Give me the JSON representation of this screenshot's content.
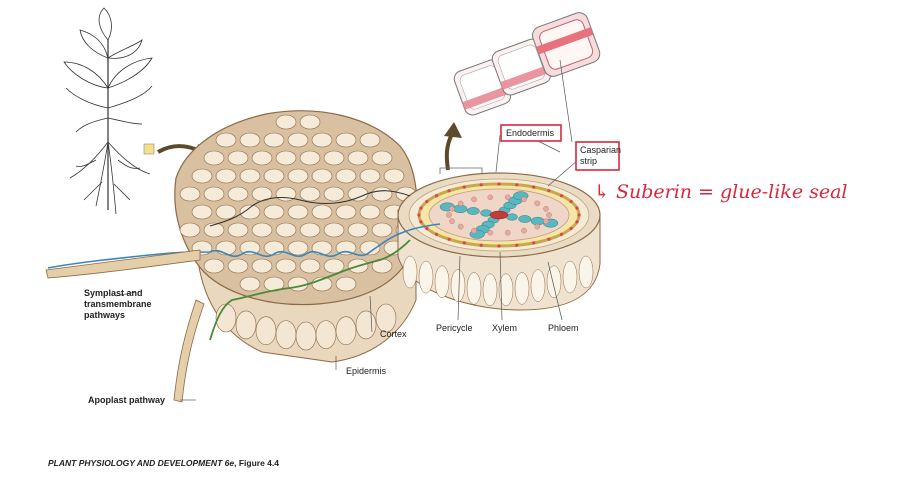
{
  "labels": {
    "endodermis": "Endodermis",
    "casparian_line1": "Casparian",
    "casparian_line2": "strip",
    "symplast_line1": "Symplast and",
    "symplast_line2": "transmembrane",
    "symplast_line3": "pathways",
    "apoplast": "Apoplast pathway",
    "cortex": "Cortex",
    "epidermis": "Epidermis",
    "pericycle": "Pericycle",
    "xylem": "Xylem",
    "phloem": "Phloem"
  },
  "annotation": {
    "handwritten": "↳ Suberin = glue-like seal",
    "highlight_color": "#d8283c"
  },
  "caption": {
    "title": "PLANT PHYSIOLOGY AND DEVELOPMENT 6e",
    "figure": ", Figure 4.4"
  },
  "colors": {
    "cell_fill": "#f6ead8",
    "cell_stroke": "#8c6a47",
    "wall_tan": "#d3b898",
    "apoplast_blue": "#3a86b8",
    "symplast_green": "#4a8a3a",
    "casparian_red": "#e04050",
    "xylem_teal": "#58b8c0"
  }
}
